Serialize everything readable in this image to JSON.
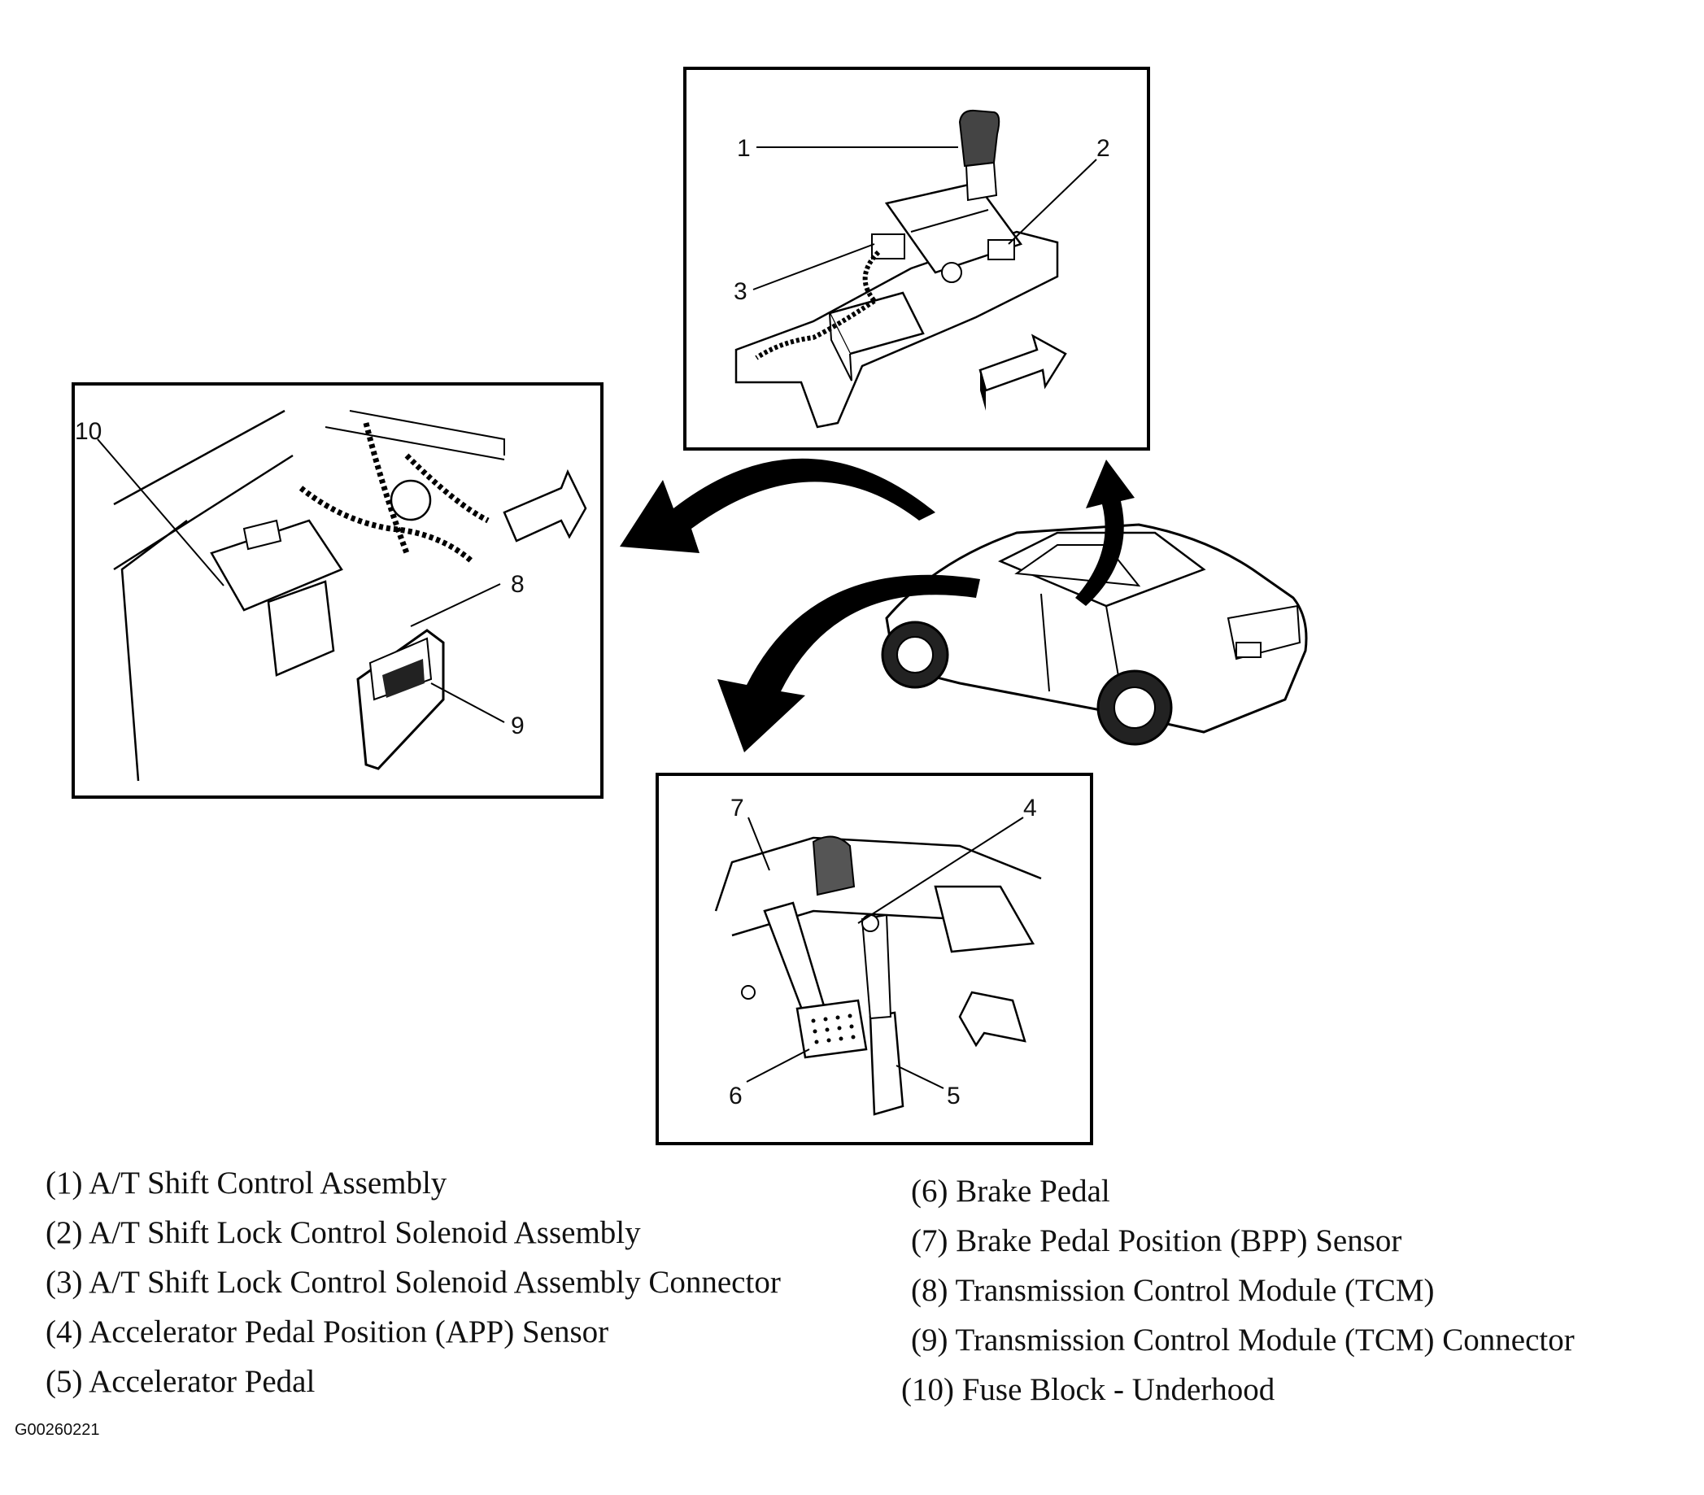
{
  "callouts": {
    "c1": "1",
    "c2": "2",
    "c3": "3",
    "c4": "4",
    "c5": "5",
    "c6": "6",
    "c7": "7",
    "c8": "8",
    "c9": "9",
    "c10": "10"
  },
  "legend": {
    "items": [
      "(1)  A/T Shift Control Assembly",
      "(2)  A/T Shift Lock Control Solenoid Assembly",
      "(3)  A/T Shift Lock Control Solenoid Assembly Connector",
      "(4)  Accelerator Pedal Position (APP) Sensor",
      "(5)  Accelerator Pedal",
      "(6)  Brake Pedal",
      "(7)  Brake Pedal Position (BPP) Sensor",
      "(8)  Transmission Control Module (TCM)",
      "(9)  Transmission Control Module (TCM) Connector",
      "(10) Fuse Block - Underhood"
    ]
  },
  "figure_id": "G00260221"
}
